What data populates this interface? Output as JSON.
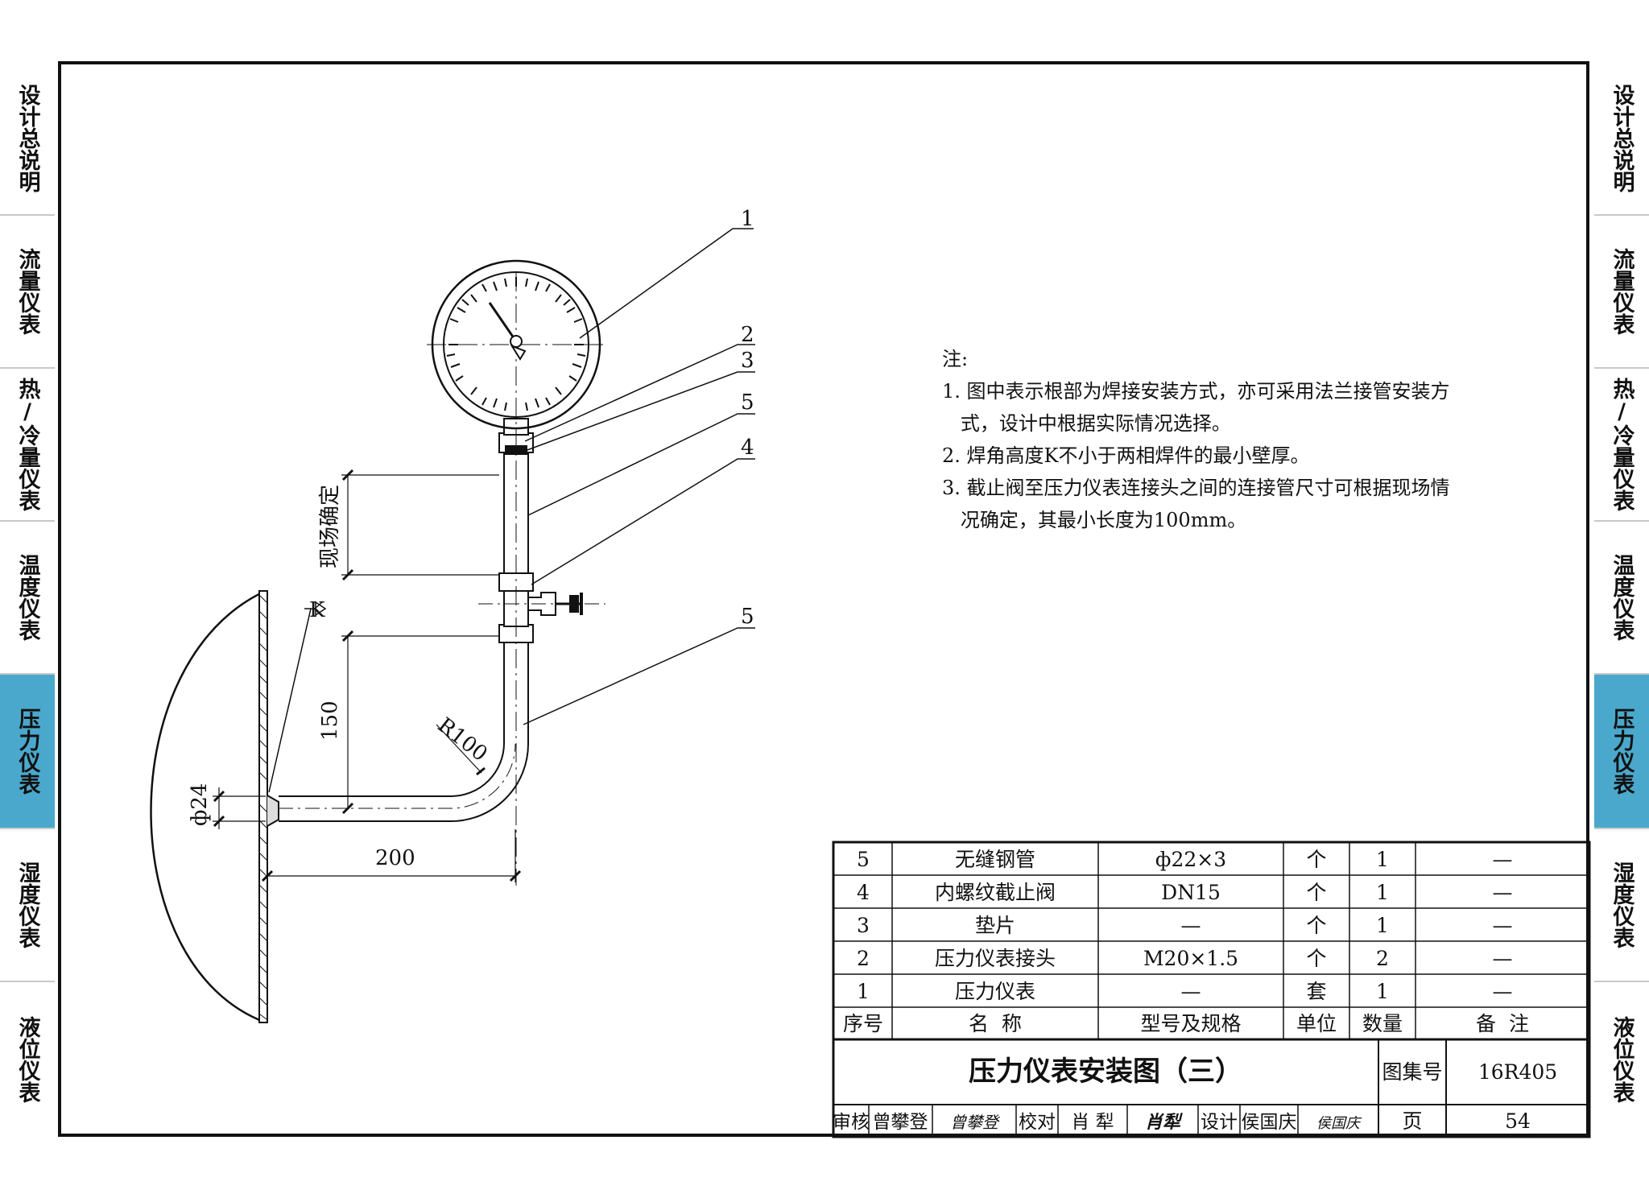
{
  "side_tabs": [
    "设计总说明",
    "流量仪表",
    "热/冷量仪表",
    "温度仪表",
    "压力仪表",
    "湿度仪表",
    "液位仪表"
  ],
  "active_tab": "压力仪表",
  "notes": {
    "heading": "注:",
    "lines": [
      "1. 图中表示根部为焊接安装方式，亦可采用法兰接管安装方",
      "   式，设计中根据实际情况选择。",
      "2. 焊角高度K不小于两相焊件的最小壁厚。",
      "3. 截止阀至压力仪表连接头之间的连接管尺寸可根据现场情",
      "   况确定，其最小长度为100mm。"
    ]
  },
  "drawing": {
    "callouts": [
      "1",
      "2",
      "3",
      "5",
      "4",
      "5"
    ],
    "dim_site": "现场确定",
    "dim_150": "150",
    "dim_200": "200",
    "dim_r100": "R100",
    "dim_phi24": "ф24",
    "weld_symbol": "K"
  },
  "parts_table": {
    "header": [
      "序号",
      "名  称",
      "型号及规格",
      "单位",
      "数量",
      "备  注"
    ],
    "rows": [
      [
        "5",
        "无缝钢管",
        "ф22×3",
        "个",
        "1",
        "—"
      ],
      [
        "4",
        "内螺纹截止阀",
        "DN15",
        "个",
        "1",
        "—"
      ],
      [
        "3",
        "垫片",
        "—",
        "个",
        "1",
        "—"
      ],
      [
        "2",
        "压力仪表接头",
        "M20×1.5",
        "个",
        "2",
        "—"
      ],
      [
        "1",
        "压力仪表",
        "—",
        "套",
        "1",
        "—"
      ]
    ]
  },
  "title_block": {
    "title": "压力仪表安装图（三）",
    "atlas_label": "图集号",
    "atlas_no": "16R405",
    "review_label": "审核",
    "reviewer": "曾攀登",
    "reviewer_sign": "曾攀登",
    "check_label": "校对",
    "checker": "肖 犁",
    "checker_sign": "肖犁",
    "design_label": "设计",
    "designer": "侯国庆",
    "designer_sign": "侯国庆",
    "page_label": "页",
    "page_no": "54"
  }
}
